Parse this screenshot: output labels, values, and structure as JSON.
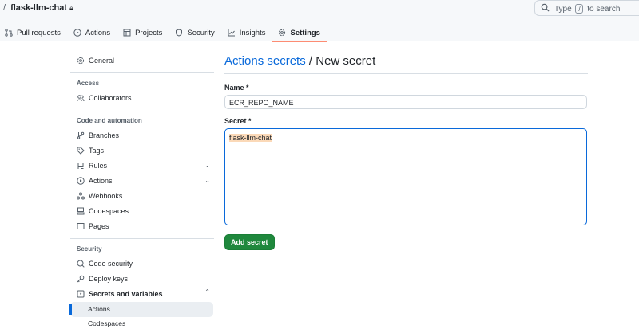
{
  "header": {
    "separator": "/",
    "repo_name": "flask-llm-chat",
    "lock_icon": "lock-icon",
    "search_prefix": "Type",
    "search_key": "/",
    "search_suffix": "to search"
  },
  "tabs": [
    {
      "label": "Pull requests",
      "icon": "git-pull-request-icon"
    },
    {
      "label": "Actions",
      "icon": "play-icon"
    },
    {
      "label": "Projects",
      "icon": "table-icon"
    },
    {
      "label": "Security",
      "icon": "shield-icon"
    },
    {
      "label": "Insights",
      "icon": "graph-icon"
    },
    {
      "label": "Settings",
      "icon": "gear-icon",
      "selected": true
    }
  ],
  "sidebar": {
    "general": "General",
    "access_heading": "Access",
    "collaborators": "Collaborators",
    "code_heading": "Code and automation",
    "branches": "Branches",
    "tags": "Tags",
    "rules": "Rules",
    "actions": "Actions",
    "webhooks": "Webhooks",
    "codespaces": "Codespaces",
    "pages": "Pages",
    "security_heading": "Security",
    "code_security": "Code security",
    "deploy_keys": "Deploy keys",
    "secrets": "Secrets and variables",
    "sub_actions": "Actions",
    "sub_codespaces": "Codespaces"
  },
  "main": {
    "breadcrumb_link": "Actions secrets",
    "breadcrumb_sep": " / ",
    "title": "New secret",
    "name_label": "Name *",
    "name_value": "ECR_REPO_NAME",
    "secret_label": "Secret *",
    "secret_value": "flask-llm-chat",
    "submit": "Add secret"
  },
  "colors": {
    "accent": "#0969da",
    "primary_button": "#1f883d",
    "tab_underline": "#fd8c73"
  }
}
